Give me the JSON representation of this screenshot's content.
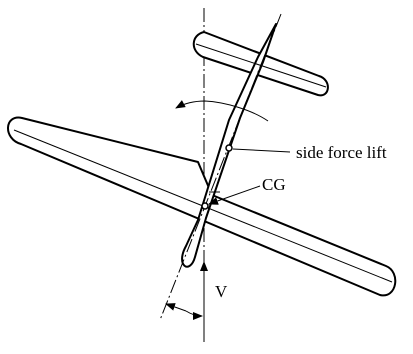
{
  "labels": {
    "side_force": "side force lift",
    "cg": "CG",
    "velocity": "V"
  },
  "colors": {
    "line": "#000000",
    "background": "#ffffff"
  }
}
